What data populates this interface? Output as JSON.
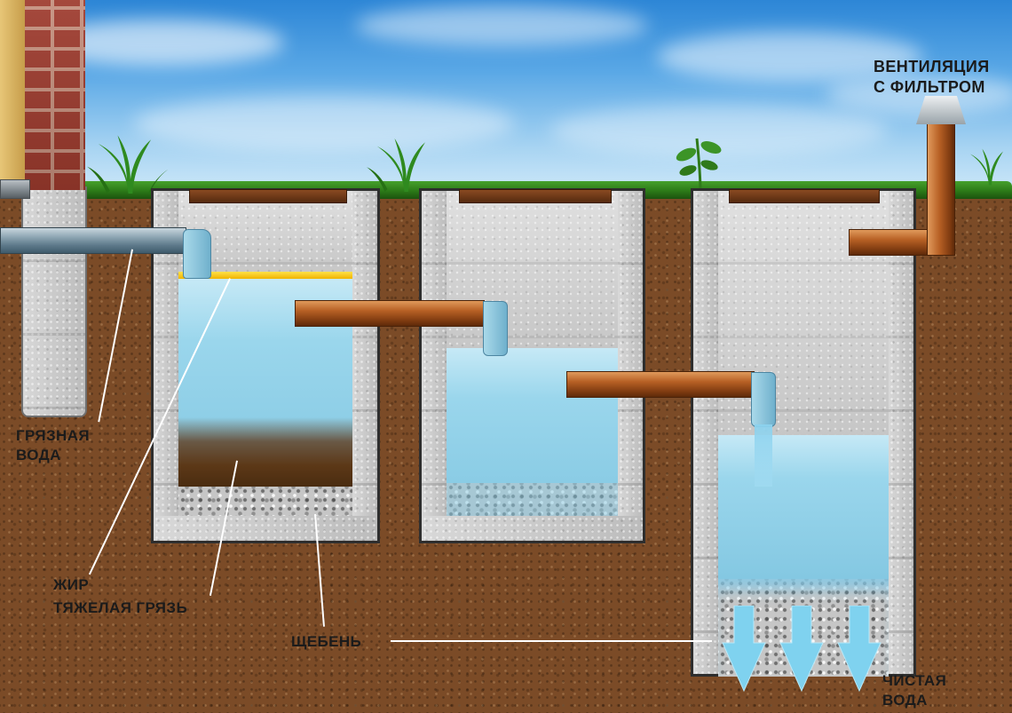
{
  "labels": {
    "ventilation_line1": "ВЕНТИЛЯЦИЯ",
    "ventilation_line2": "С ФИЛЬТРОМ",
    "dirty_water_line1": "ГРЯЗНАЯ",
    "dirty_water_line2": "ВОДА",
    "fat": "ЖИР",
    "heavy_dirt": "ТЯЖЕЛАЯ ГРЯЗЬ",
    "gravel": "ЩЕБЕНЬ",
    "clean_water_line1": "ЧИСТАЯ",
    "clean_water_line2": "ВОДА"
  },
  "colors": {
    "sky_top": "#2d86d6",
    "sky_bottom": "#d9eefb",
    "soil": "#7b4b27",
    "grass": "#2c7a18",
    "brick": "#9e3b2e",
    "concrete": "#c7c7c7",
    "water": "#8fd0e8",
    "fat_layer": "#ffd23f",
    "sludge": "#5c3817",
    "pipe_copper": "#b65f24",
    "pipe_steel": "#7e95a3",
    "clean_water_arrow": "#7fd2ef",
    "label_text": "#1b1b1b",
    "leader_line": "#ffffff"
  }
}
